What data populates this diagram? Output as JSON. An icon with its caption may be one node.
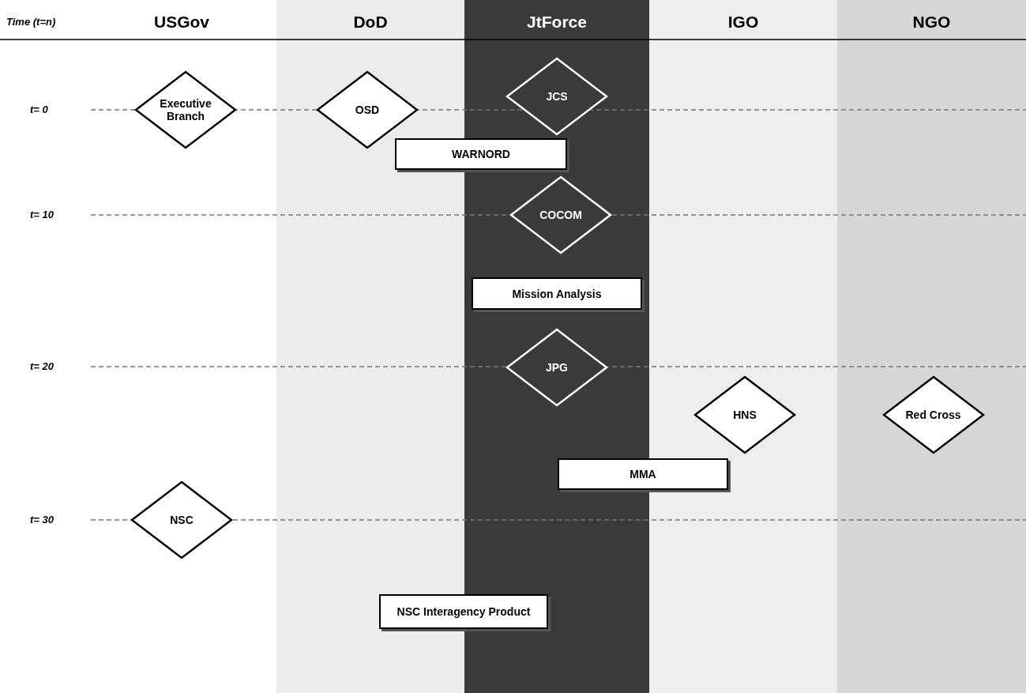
{
  "diagram": {
    "nodes": [
      {
        "text": [
          "USGov"
        ]
      },
      {
        "text": [
          "DoD"
        ]
      },
      {
        "text": [
          "JtForce"
        ]
      },
      {
        "text": [
          "IGO"
        ]
      },
      {
        "text": [
          "NGO"
        ]
      },
      {
        "text": [
          "Executive Branch"
        ],
        "in": 0
      },
      {
        "text": [
          "OSD"
        ],
        "in": 1
      },
      {
        "text": [
          "JCS"
        ],
        "in": 2
      },
      {
        "text": [
          "WARNORD"
        ]
      },
      {
        "text": [
          "COCOM"
        ],
        "in": 2
      },
      {
        "text": [
          "Mission Analysis"
        ],
        "in": 2
      },
      {
        "text": [
          "JPG"
        ],
        "in": 2
      },
      {
        "text": [
          "HNS"
        ],
        "in": 3
      },
      {
        "text": [
          "Red Cross"
        ],
        "in": 4
      },
      {
        "text": [
          "MMA"
        ]
      },
      {
        "text": [
          "NSC"
        ],
        "in": 0
      },
      {
        "text": [
          "NSC Interagency Product"
        ]
      }
    ],
    "edges": [],
    "labels": [
      "Time (t=n)",
      "t= 0",
      "t= 10",
      "t= 20",
      "t= 30"
    ]
  }
}
